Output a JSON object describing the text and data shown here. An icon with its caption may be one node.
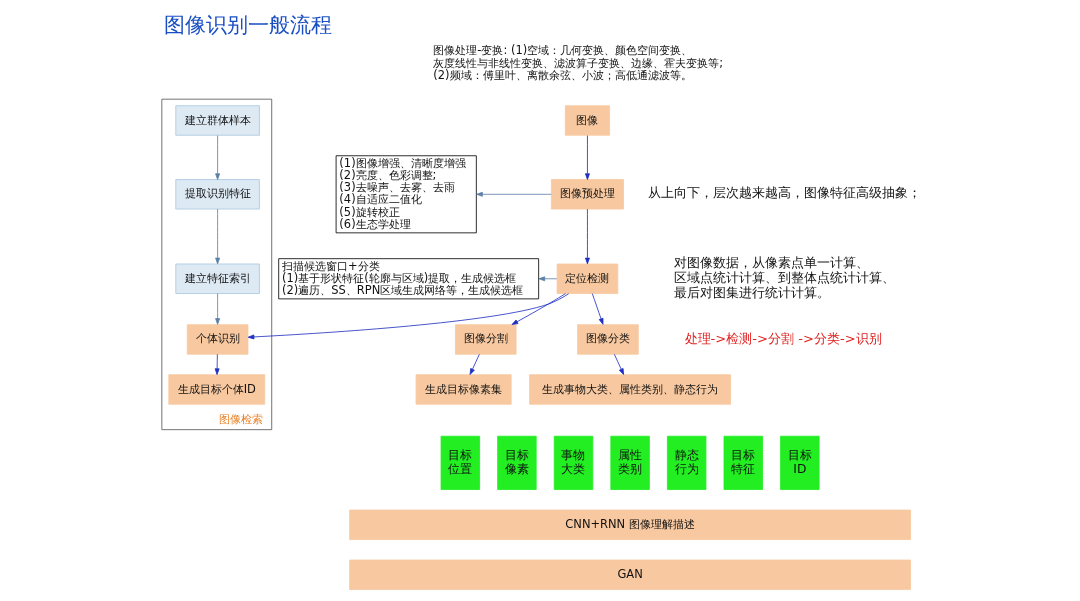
{
  "diagram": {
    "title": "图像识别一般流程",
    "nodes": [
      {
        "text": [
          "图像"
        ]
      },
      {
        "text": [
          "(1)图像增强、清晰度增强",
          "(2)亮度、色彩调整;",
          "(3)去噪声、去雾、去雨",
          "(4)自适应二值化",
          "(5)旋转校正",
          "(6)生态学处理"
        ]
      },
      {
        "text": [
          "图像预处理"
        ]
      },
      {
        "text": [
          "扫描候选窗口+分类",
          "(1)基于形状特征(轮廓与区域)提取，生成候选框",
          "(2)遍历、SS、RPN区域生成网络等，生成候选框"
        ]
      },
      {
        "text": [
          "定位检测"
        ]
      },
      {
        "text": [
          "图像检索"
        ]
      },
      {
        "text": [
          "建立群体样本"
        ],
        "in": 5
      },
      {
        "text": [
          "提取识别特征"
        ],
        "in": 5
      },
      {
        "text": [
          "建立特征索引"
        ],
        "in": 5
      },
      {
        "text": [
          "图像分割"
        ]
      },
      {
        "text": [
          "图像分类"
        ]
      },
      {
        "text": [
          "个体识别"
        ],
        "in": 5
      },
      {
        "text": [
          "生成目标像素集"
        ]
      },
      {
        "text": [
          "生成事物大类、属性类别、静态行为"
        ]
      },
      {
        "text": [
          "生成目标个体ID"
        ],
        "in": 5
      },
      {
        "text": [
          "目标位置"
        ]
      },
      {
        "text": [
          "目标像素"
        ]
      },
      {
        "text": [
          "事物大类"
        ]
      },
      {
        "text": [
          "属性类别"
        ]
      },
      {
        "text": [
          "静态行为"
        ]
      },
      {
        "text": [
          "目标特征"
        ]
      },
      {
        "text": [
          "目标ID"
        ]
      },
      {
        "text": [
          "CNN+RNN 图像理解描述"
        ]
      },
      {
        "text": [
          "GAN"
        ]
      }
    ],
    "edges": [
      {
        "from": 0,
        "to": 2,
        "arrow": "to"
      },
      {
        "from": 2,
        "to": 1,
        "arrow": "to",
        "color": "#5b7fa6"
      },
      {
        "from": 2,
        "to": 4,
        "arrow": "to"
      },
      {
        "from": 4,
        "to": 3,
        "arrow": "to",
        "color": "#5b7fa6"
      },
      {
        "from": 4,
        "to": 9,
        "arrow": "to"
      },
      {
        "from": 4,
        "to": 10,
        "arrow": "to"
      },
      {
        "from": 4,
        "to": 11,
        "arrow": "to"
      },
      {
        "from": 6,
        "to": 7,
        "arrow": "to",
        "color": "#5b7fa6"
      },
      {
        "from": 7,
        "to": 8,
        "arrow": "to",
        "color": "#5b7fa6"
      },
      {
        "from": 8,
        "to": 11,
        "arrow": "to",
        "color": "#5b7fa6"
      },
      {
        "from": 9,
        "to": 12,
        "arrow": "to"
      },
      {
        "from": 10,
        "to": 13,
        "arrow": "to"
      },
      {
        "from": 11,
        "to": 14,
        "arrow": "to"
      }
    ],
    "labels": [
      "图像处理-变换: (1)空域：几何变换、颜色空间变换、灰度线性与非线性变换、滤波算子变换、边缘、霍夫变换等; (2)频域：傅里叶、离散余弦、小波；高低通滤波等。",
      "从上向下，层次越来越高，图像特征高级抽象；",
      "对图像数据，从像素点单一计算、区域点统计计算、到整体点统计计算、最后对图集进行统计计算。",
      "处理->检测->分割 ->分类->识别"
    ]
  }
}
